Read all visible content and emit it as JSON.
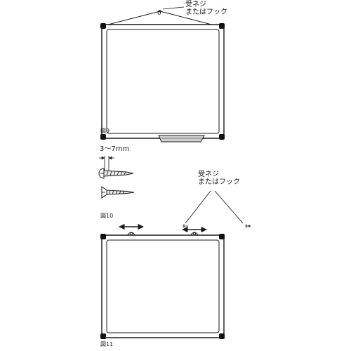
{
  "fig9": {
    "label_line1": "受ネジ",
    "label_line2": "またはフック",
    "hanger_mark": "0",
    "caption": "図9"
  },
  "fig10": {
    "dimension": "3〜7mm",
    "caption": "図10"
  },
  "fig11": {
    "label_line1": "受ネジ",
    "label_line2": "またはフック",
    "caption": "図11"
  },
  "colors": {
    "line": "#1a1a1a",
    "frame_fill": "#ffffff",
    "corner": "#111111",
    "tray": "#d0d0d0"
  }
}
